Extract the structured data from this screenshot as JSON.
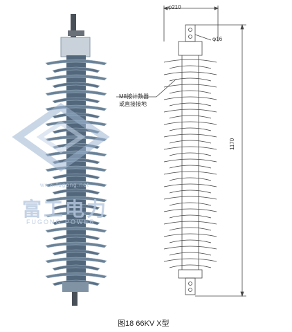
{
  "labels": {
    "diameter_top": "φ210",
    "diameter_pin": "φ16",
    "note_line1": "M8按计数器",
    "note_line2": "或直接接地",
    "height": "1170"
  },
  "caption": "图18 66KV X型",
  "watermark": {
    "cn": "富工电力",
    "en": "FUGONG POWER",
    "url": "www.fugong.net"
  },
  "colors": {
    "photo_body": "#5c7186",
    "photo_shed": "#6b8297",
    "photo_shed_light": "#9fb3c3",
    "drawing_line": "#444444",
    "watermark": "#b6c8df"
  }
}
